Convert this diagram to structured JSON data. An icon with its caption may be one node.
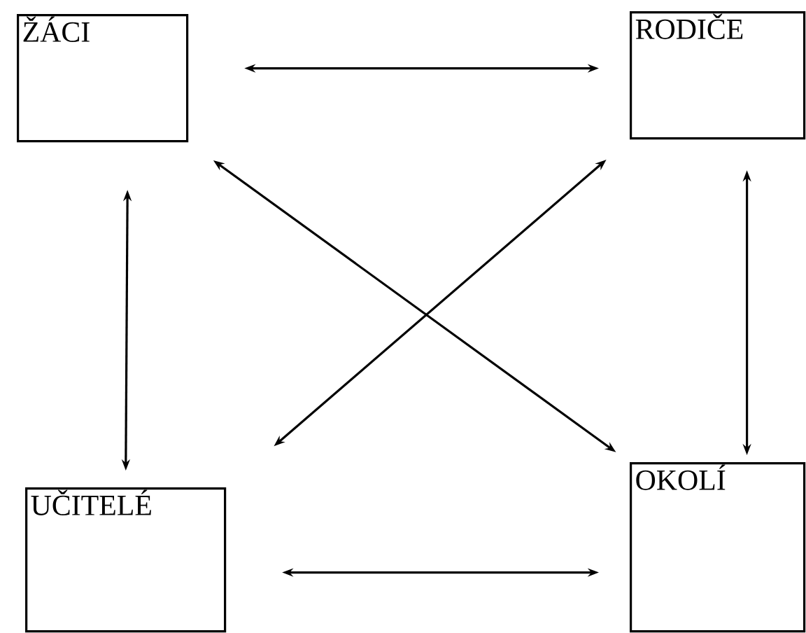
{
  "diagram": {
    "nodes": [
      {
        "text": [
          "ŽÁCI"
        ]
      },
      {
        "text": [
          "RODIČE"
        ]
      },
      {
        "text": [
          "UČITELÉ"
        ]
      },
      {
        "text": [
          "OKOLÍ"
        ]
      }
    ],
    "edges": [
      {
        "from": 0,
        "to": 1,
        "arrow": "both"
      },
      {
        "from": 0,
        "to": 2,
        "arrow": "both"
      },
      {
        "from": 1,
        "to": 3,
        "arrow": "both"
      },
      {
        "from": 2,
        "to": 3,
        "arrow": "both"
      },
      {
        "from": 0,
        "to": 3,
        "arrow": "both"
      },
      {
        "from": 1,
        "to": 2,
        "arrow": "both"
      }
    ]
  }
}
